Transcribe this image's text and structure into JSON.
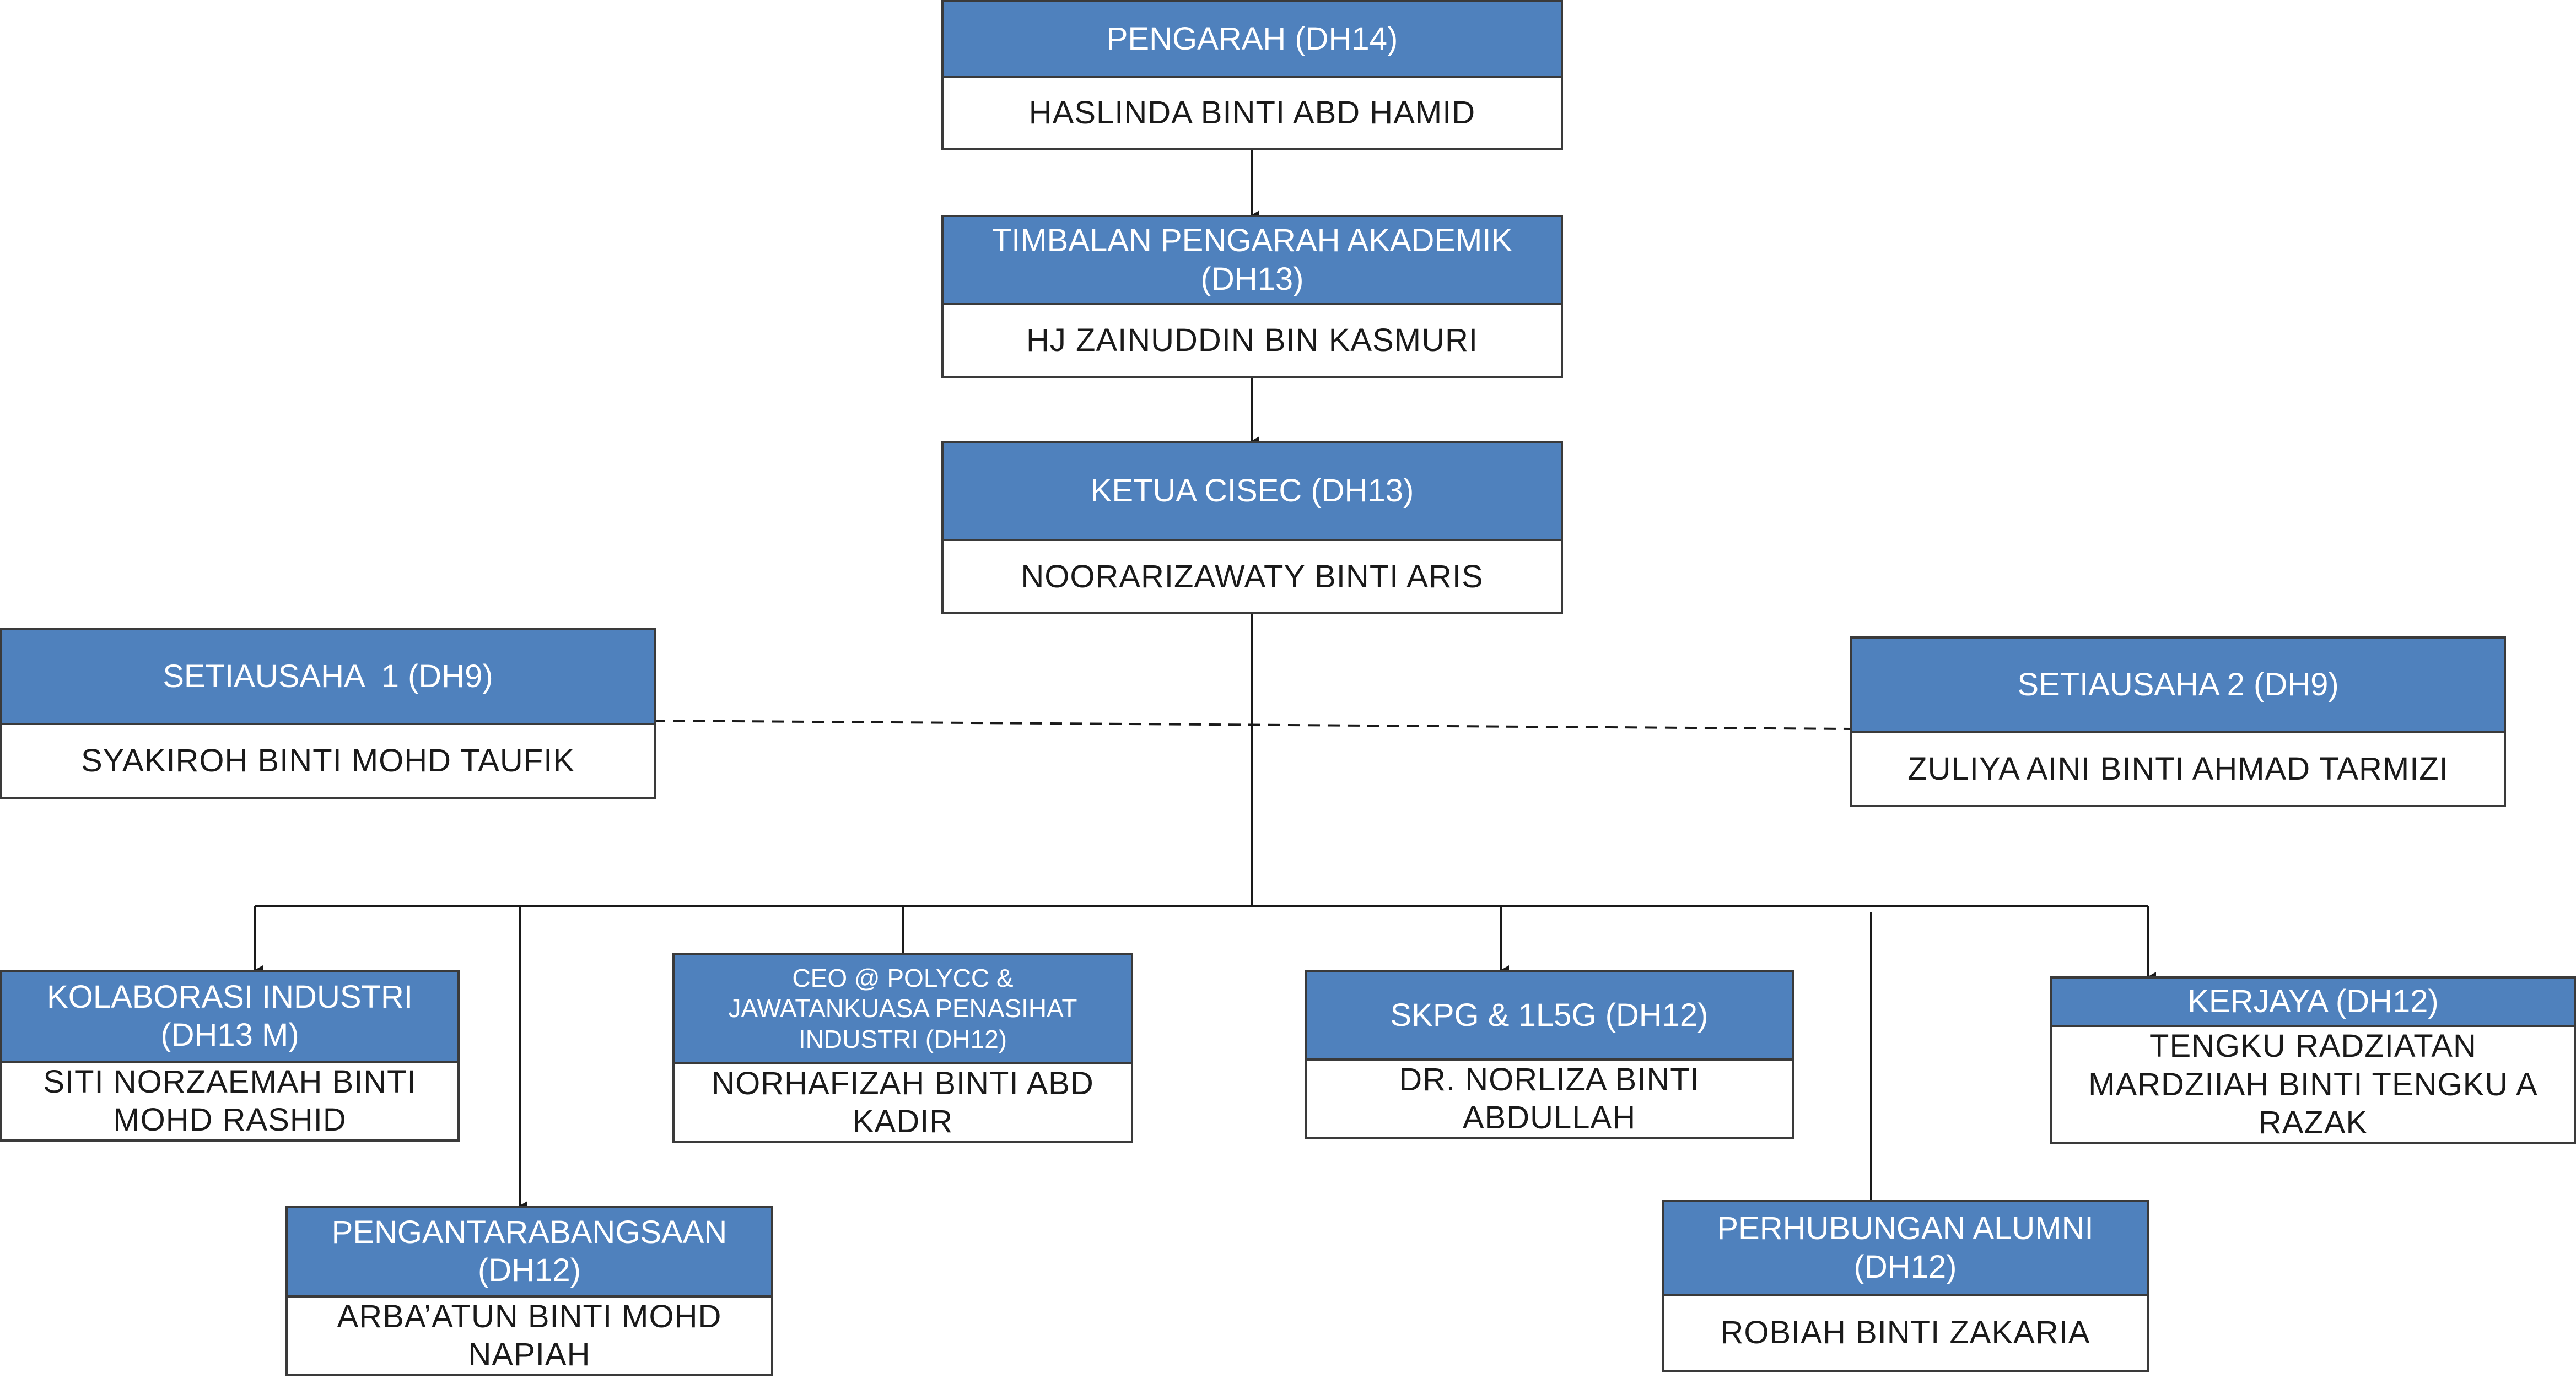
{
  "pengarah": {
    "title": "PENGARAH (DH14)",
    "name": "HASLINDA BINTI ABD HAMID"
  },
  "timbalan": {
    "title": "TIMBALAN PENGARAH AKADEMIK (DH13)",
    "name": "HJ ZAINUDDIN BIN KASMURI"
  },
  "ketua": {
    "title": "KETUA CISEC (DH13)",
    "name": "NOORARIZAWATY BINTI ARIS"
  },
  "setiausaha1": {
    "title": "SETIAUSAHA  1 (DH9)",
    "name": "SYAKIROH BINTI MOHD TAUFIK"
  },
  "setiausaha2": {
    "title": "SETIAUSAHA 2 (DH9)",
    "name": "ZULIYA AINI BINTI AHMAD TARMIZI"
  },
  "kolaborasi": {
    "title": "KOLABORASI INDUSTRI (DH13 M)",
    "name": "SITI NORZAEMAH BINTI MOHD RASHID"
  },
  "ceo": {
    "title": "CEO @ POLYCC & JAWATANKUASA PENASIHAT INDUSTRI (DH12)",
    "name": "NORHAFIZAH BINTI ABD KADIR"
  },
  "skpg": {
    "title": "SKPG & 1L5G (DH12)",
    "name": "DR. NORLIZA BINTI ABDULLAH"
  },
  "kerjaya": {
    "title": "KERJAYA (DH12)",
    "name": "TENGKU RADZIATAN MARDZIIAH BINTI TENGKU A RAZAK"
  },
  "pengantarabangsaan": {
    "title": "PENGANTARABANGSAAN (DH12)",
    "name": "ARBA’ATUN BINTI MOHD NAPIAH"
  },
  "alumni": {
    "title": "PERHUBUNGAN ALUMNI (DH12)",
    "name": "ROBIAH BINTI ZAKARIA"
  },
  "colors": {
    "header": "#4f81bd",
    "line": "#1a1a1a"
  }
}
